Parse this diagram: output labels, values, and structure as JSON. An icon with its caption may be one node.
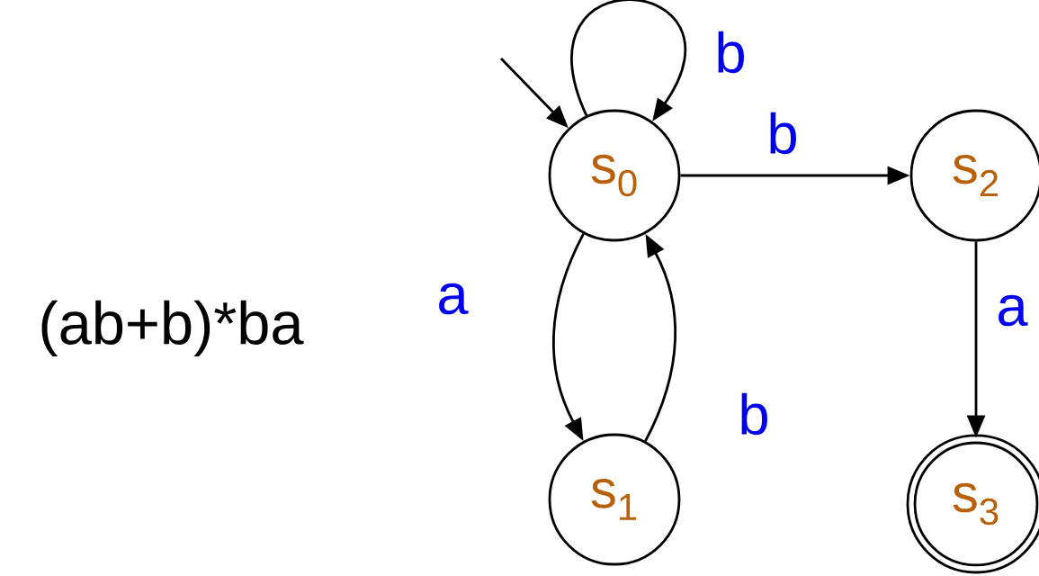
{
  "diagram": {
    "nodes": [
      {
        "text": [
          "s$_{0}$"
        ]
      },
      {
        "text": [
          "s$_{1}$"
        ]
      },
      {
        "text": [
          "s$_{2}$"
        ]
      },
      {
        "text": [
          "s$_{3}$"
        ]
      }
    ],
    "edges": [
      {
        "from": null,
        "to": 0,
        "arrow": "to"
      },
      {
        "from": 0,
        "to": 0,
        "label": "b",
        "arrow": "to"
      },
      {
        "from": 0,
        "to": 2,
        "label": "b",
        "arrow": "to"
      },
      {
        "from": 0,
        "to": 1,
        "label": "a",
        "arrow": "to"
      },
      {
        "from": 1,
        "to": 0,
        "label": "b",
        "arrow": "to"
      },
      {
        "from": 2,
        "to": 3,
        "label": "a",
        "arrow": "to"
      }
    ],
    "labels": [
      "(ab+b)*ba"
    ]
  }
}
